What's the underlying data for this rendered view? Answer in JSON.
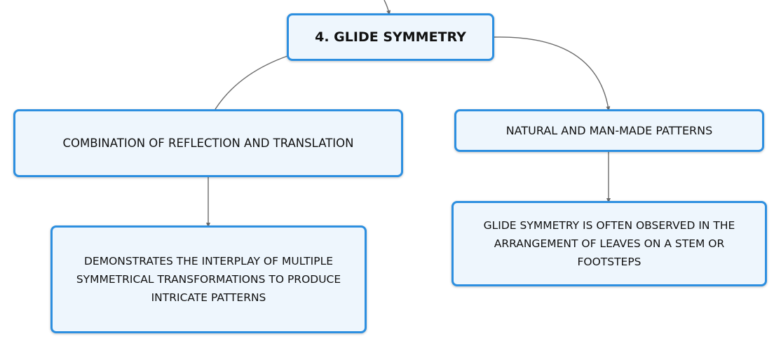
{
  "diagram": {
    "root": {
      "label": "4. GLIDE SYMMETRY"
    },
    "nodes": [
      {
        "id": "combination",
        "label": "COMBINATION OF REFLECTION AND TRANSLATION"
      },
      {
        "id": "natural",
        "label": "NATURAL AND MAN-MADE PATTERNS"
      },
      {
        "id": "interplay",
        "label": "DEMONSTRATES THE INTERPLAY OF MULTIPLE SYMMETRICAL TRANSFORMATIONS TO PRODUCE INTRICATE PATTERNS"
      },
      {
        "id": "observed",
        "label": "GLIDE SYMMETRY IS OFTEN OBSERVED IN THE ARRANGEMENT OF LEAVES ON A STEM OR FOOTSTEPS"
      }
    ],
    "edges": [
      {
        "from": "parent",
        "to": "root"
      },
      {
        "from": "root",
        "to": "combination"
      },
      {
        "from": "root",
        "to": "natural"
      },
      {
        "from": "combination",
        "to": "interplay"
      },
      {
        "from": "natural",
        "to": "observed"
      }
    ],
    "colors": {
      "border": "#2d8fe0",
      "fill": "#eef6fd",
      "connector": "#6b6b6b",
      "text": "#111111"
    }
  }
}
